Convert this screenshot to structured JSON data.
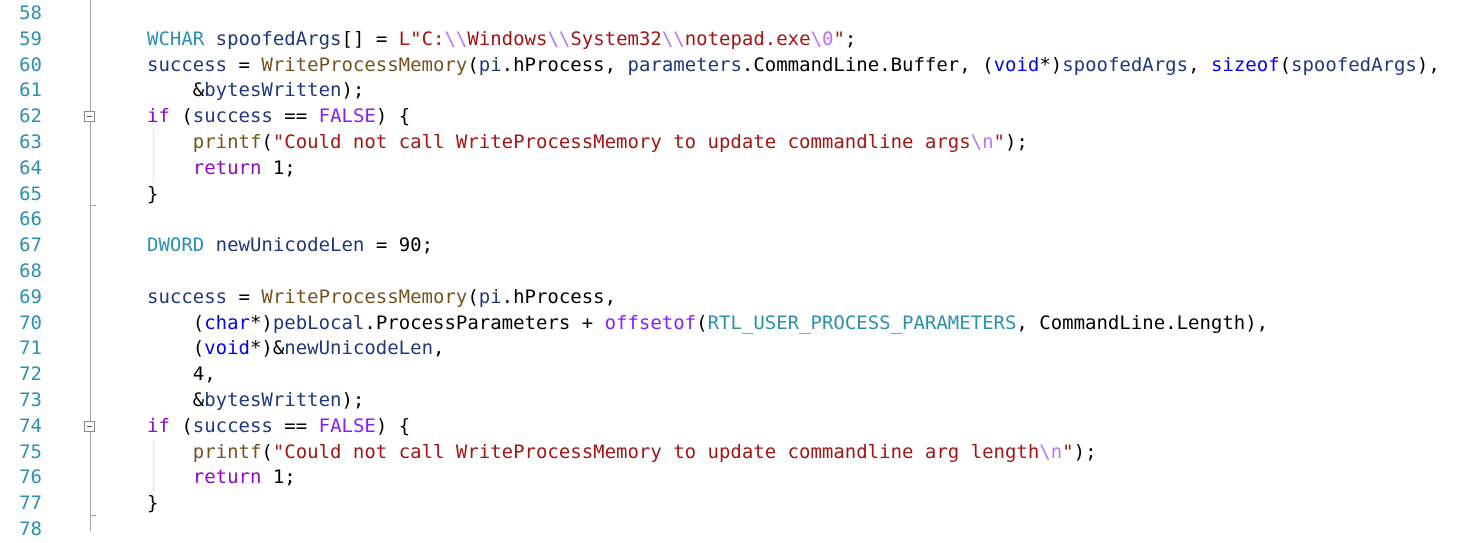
{
  "editor": {
    "colors": {
      "line_number": "#2b91af",
      "keyword": "#0000ff",
      "control": "#8f08c4",
      "type": "#2b91af",
      "function": "#74531f",
      "variable": "#1f377f",
      "string": "#a31515",
      "escape": "#b776fb",
      "macro": "#8a1bff",
      "enum": "#2f4f4f",
      "plain": "#000000"
    },
    "lines": [
      {
        "n": "58",
        "tokens": []
      },
      {
        "n": "59",
        "tokens": [
          {
            "t": "WCHAR",
            "c": "type"
          },
          {
            "t": " ",
            "c": "plain"
          },
          {
            "t": "spoofedArgs",
            "c": "variable"
          },
          {
            "t": "[] = ",
            "c": "plain"
          },
          {
            "t": "L\"C:",
            "c": "string"
          },
          {
            "t": "\\\\",
            "c": "escape"
          },
          {
            "t": "Windows",
            "c": "string"
          },
          {
            "t": "\\\\",
            "c": "escape"
          },
          {
            "t": "System32",
            "c": "string"
          },
          {
            "t": "\\\\",
            "c": "escape"
          },
          {
            "t": "notepad.exe",
            "c": "string"
          },
          {
            "t": "\\0",
            "c": "escape"
          },
          {
            "t": "\"",
            "c": "string"
          },
          {
            "t": ";",
            "c": "plain"
          }
        ]
      },
      {
        "n": "60",
        "tokens": [
          {
            "t": "success",
            "c": "variable"
          },
          {
            "t": " = ",
            "c": "plain"
          },
          {
            "t": "WriteProcessMemory",
            "c": "function"
          },
          {
            "t": "(",
            "c": "plain"
          },
          {
            "t": "pi",
            "c": "variable"
          },
          {
            "t": ".hProcess, ",
            "c": "plain"
          },
          {
            "t": "parameters",
            "c": "variable"
          },
          {
            "t": ".CommandLine.Buffer, (",
            "c": "plain"
          },
          {
            "t": "void",
            "c": "keyword"
          },
          {
            "t": "*)",
            "c": "plain"
          },
          {
            "t": "spoofedArgs",
            "c": "variable"
          },
          {
            "t": ", ",
            "c": "plain"
          },
          {
            "t": "sizeof",
            "c": "keyword"
          },
          {
            "t": "(",
            "c": "plain"
          },
          {
            "t": "spoofedArgs",
            "c": "variable"
          },
          {
            "t": "),",
            "c": "plain"
          }
        ]
      },
      {
        "n": "61",
        "tokens": [
          {
            "t": "    &",
            "c": "plain"
          },
          {
            "t": "bytesWritten",
            "c": "variable"
          },
          {
            "t": ");",
            "c": "plain"
          }
        ]
      },
      {
        "n": "62",
        "fold": true,
        "tokens": [
          {
            "t": "if",
            "c": "control"
          },
          {
            "t": " (",
            "c": "plain"
          },
          {
            "t": "success",
            "c": "variable"
          },
          {
            "t": " == ",
            "c": "plain"
          },
          {
            "t": "FALSE",
            "c": "macro"
          },
          {
            "t": ") {",
            "c": "plain"
          }
        ]
      },
      {
        "n": "63",
        "tokens": [
          {
            "t": "    ",
            "c": "plain"
          },
          {
            "t": "printf",
            "c": "function"
          },
          {
            "t": "(",
            "c": "plain"
          },
          {
            "t": "\"Could not call WriteProcessMemory to update commandline args",
            "c": "string"
          },
          {
            "t": "\\n",
            "c": "escape"
          },
          {
            "t": "\"",
            "c": "string"
          },
          {
            "t": ");",
            "c": "plain"
          }
        ]
      },
      {
        "n": "64",
        "tokens": [
          {
            "t": "    ",
            "c": "plain"
          },
          {
            "t": "return",
            "c": "control"
          },
          {
            "t": " 1;",
            "c": "plain"
          }
        ]
      },
      {
        "n": "65",
        "foldEnd": true,
        "tokens": [
          {
            "t": "}",
            "c": "plain"
          }
        ]
      },
      {
        "n": "66",
        "tokens": []
      },
      {
        "n": "67",
        "tokens": [
          {
            "t": "DWORD",
            "c": "type"
          },
          {
            "t": " ",
            "c": "plain"
          },
          {
            "t": "newUnicodeLen",
            "c": "variable"
          },
          {
            "t": " = 90;",
            "c": "plain"
          }
        ]
      },
      {
        "n": "68",
        "tokens": []
      },
      {
        "n": "69",
        "tokens": [
          {
            "t": "success",
            "c": "variable"
          },
          {
            "t": " = ",
            "c": "plain"
          },
          {
            "t": "WriteProcessMemory",
            "c": "function"
          },
          {
            "t": "(",
            "c": "plain"
          },
          {
            "t": "pi",
            "c": "variable"
          },
          {
            "t": ".hProcess,",
            "c": "plain"
          }
        ]
      },
      {
        "n": "70",
        "tokens": [
          {
            "t": "    (",
            "c": "plain"
          },
          {
            "t": "char",
            "c": "keyword"
          },
          {
            "t": "*)",
            "c": "plain"
          },
          {
            "t": "pebLocal",
            "c": "variable"
          },
          {
            "t": ".ProcessParameters + ",
            "c": "plain"
          },
          {
            "t": "offsetof",
            "c": "macro"
          },
          {
            "t": "(",
            "c": "plain"
          },
          {
            "t": "RTL_USER_PROCESS_PARAMETERS",
            "c": "type"
          },
          {
            "t": ", CommandLine.Length),",
            "c": "plain"
          }
        ]
      },
      {
        "n": "71",
        "tokens": [
          {
            "t": "    (",
            "c": "plain"
          },
          {
            "t": "void",
            "c": "keyword"
          },
          {
            "t": "*)&",
            "c": "plain"
          },
          {
            "t": "newUnicodeLen",
            "c": "variable"
          },
          {
            "t": ",",
            "c": "plain"
          }
        ]
      },
      {
        "n": "72",
        "tokens": [
          {
            "t": "    4,",
            "c": "plain"
          }
        ]
      },
      {
        "n": "73",
        "tokens": [
          {
            "t": "    &",
            "c": "plain"
          },
          {
            "t": "bytesWritten",
            "c": "variable"
          },
          {
            "t": ");",
            "c": "plain"
          }
        ]
      },
      {
        "n": "74",
        "fold": true,
        "tokens": [
          {
            "t": "if",
            "c": "control"
          },
          {
            "t": " (",
            "c": "plain"
          },
          {
            "t": "success",
            "c": "variable"
          },
          {
            "t": " == ",
            "c": "plain"
          },
          {
            "t": "FALSE",
            "c": "macro"
          },
          {
            "t": ") {",
            "c": "plain"
          }
        ]
      },
      {
        "n": "75",
        "tokens": [
          {
            "t": "    ",
            "c": "plain"
          },
          {
            "t": "printf",
            "c": "function"
          },
          {
            "t": "(",
            "c": "plain"
          },
          {
            "t": "\"Could not call WriteProcessMemory to update commandline arg length",
            "c": "string"
          },
          {
            "t": "\\n",
            "c": "escape"
          },
          {
            "t": "\"",
            "c": "string"
          },
          {
            "t": ");",
            "c": "plain"
          }
        ]
      },
      {
        "n": "76",
        "tokens": [
          {
            "t": "    ",
            "c": "plain"
          },
          {
            "t": "return",
            "c": "control"
          },
          {
            "t": " 1;",
            "c": "plain"
          }
        ]
      },
      {
        "n": "77",
        "foldEnd": true,
        "tokens": [
          {
            "t": "}",
            "c": "plain"
          }
        ]
      },
      {
        "n": "78",
        "tokens": []
      }
    ]
  }
}
